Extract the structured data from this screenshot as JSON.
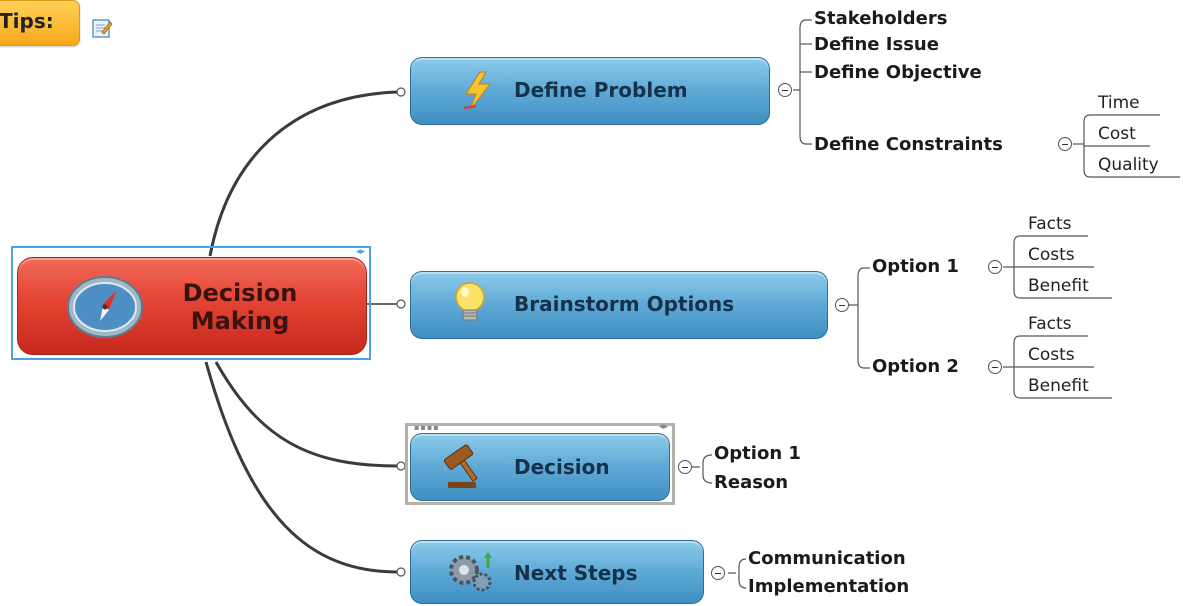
{
  "tips": {
    "label": "Tips:"
  },
  "central": {
    "line1": "Decision",
    "line2": "Making"
  },
  "topics": {
    "define_problem": {
      "label": "Define Problem",
      "children": [
        "Stakeholders",
        "Define Issue",
        "Define Objective",
        "Define Constraints"
      ],
      "constraints": [
        "Time",
        "Cost",
        "Quality"
      ]
    },
    "brainstorm": {
      "label": "Brainstorm Options",
      "option1": {
        "label": "Option 1",
        "items": [
          "Facts",
          "Costs",
          "Benefit"
        ]
      },
      "option2": {
        "label": "Option 2",
        "items": [
          "Facts",
          "Costs",
          "Benefit"
        ]
      }
    },
    "decision": {
      "label": "Decision",
      "children": [
        "Option 1",
        "Reason"
      ]
    },
    "next_steps": {
      "label": "Next Steps",
      "children": [
        "Communication",
        "Implementation"
      ]
    }
  },
  "colors": {
    "central": "#e34433",
    "topic": "#5fa9d6",
    "selection": "#4aa3e8"
  },
  "icons": {
    "central": "compass-icon",
    "define_problem": "lightning-icon",
    "brainstorm": "lightbulb-icon",
    "decision": "gavel-icon",
    "next_steps": "gears-icon",
    "tips": "note-edit-icon"
  }
}
